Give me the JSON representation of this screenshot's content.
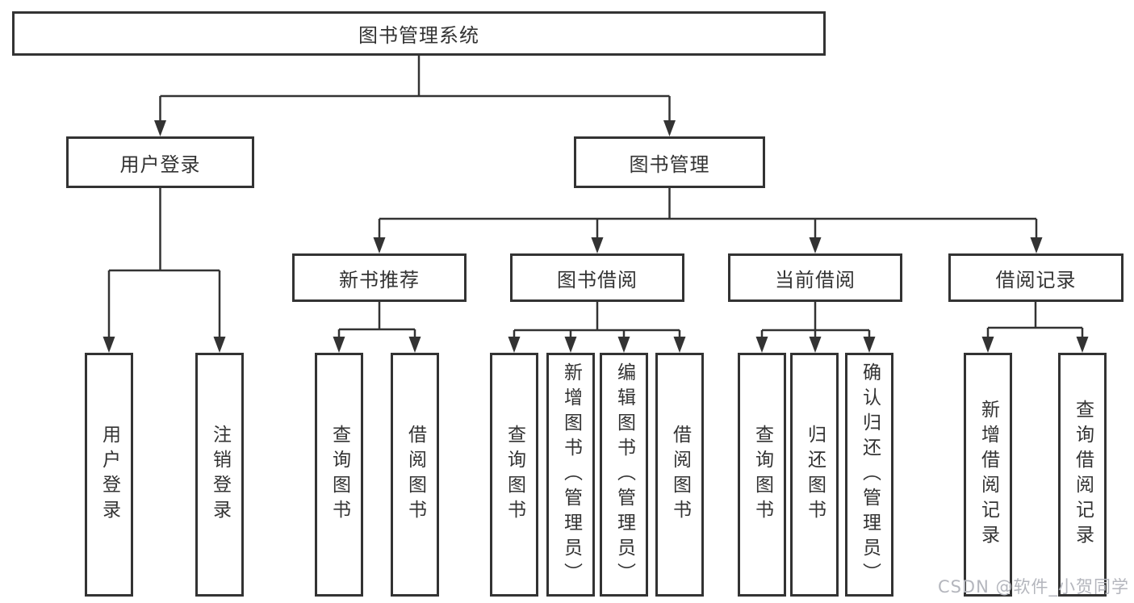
{
  "colors": {
    "line": "#333333",
    "border": "#333333",
    "text": "#333333",
    "watermark": "#b4b6bd",
    "background": "#ffffff"
  },
  "watermark": {
    "text": "CSDN @软件_小贺同学"
  },
  "tree": {
    "root": {
      "label": "图书管理系统"
    },
    "branches": [
      {
        "label": "用户登录",
        "children": [
          {
            "label": "用户登录"
          },
          {
            "label": "注销登录"
          }
        ]
      },
      {
        "label": "图书管理",
        "children": [
          {
            "label": "新书推荐",
            "children": [
              {
                "label": "查询图书"
              },
              {
                "label": "借阅图书"
              }
            ]
          },
          {
            "label": "图书借阅",
            "children": [
              {
                "label": "查询图书"
              },
              {
                "label": "新增图书（管理员）"
              },
              {
                "label": "编辑图书（管理员）"
              },
              {
                "label": "借阅图书"
              }
            ]
          },
          {
            "label": "当前借阅",
            "children": [
              {
                "label": "查询图书"
              },
              {
                "label": "归还图书"
              },
              {
                "label": "确认归还（管理员）"
              }
            ]
          },
          {
            "label": "借阅记录",
            "children": [
              {
                "label": "新增借阅记录"
              },
              {
                "label": "查询借阅记录"
              }
            ]
          }
        ]
      }
    ]
  }
}
